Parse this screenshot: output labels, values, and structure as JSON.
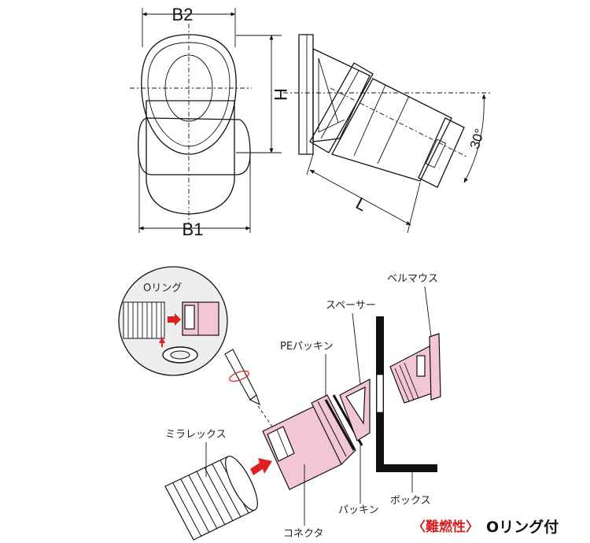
{
  "dimensions": {
    "b2": "B2",
    "b1": "B1",
    "h": "H",
    "l": "L",
    "angle": "30°"
  },
  "parts": {
    "o_ring": "Oリング",
    "bell_mouth": "ベルマウス",
    "spacer": "スペーサー",
    "pe_packing": "PEパッキン",
    "mirarex": "ミラレックス",
    "connector": "コネクタ",
    "packing": "パッキン",
    "box": "ボックス"
  },
  "footer": {
    "flame_retardant": "〈難燃性〉",
    "o_ring_attached": "Oリング付"
  },
  "colors": {
    "part_fill": "#f3c6d6",
    "arrow_red": "#e02020",
    "footer_red": "#d42020"
  }
}
